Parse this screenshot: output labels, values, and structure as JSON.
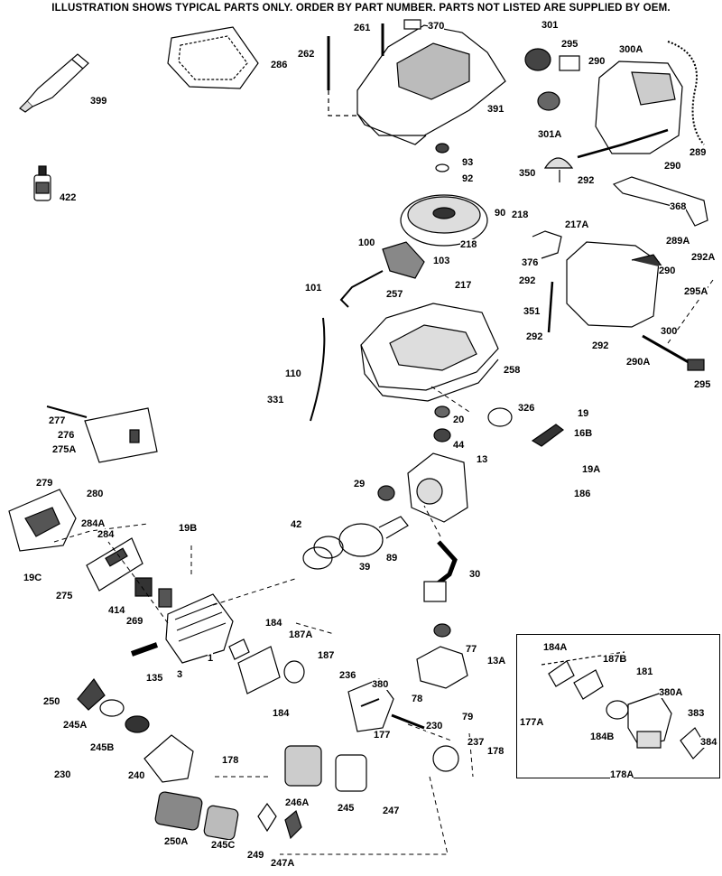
{
  "header": {
    "notice": "ILLUSTRATION SHOWS TYPICAL PARTS ONLY. ORDER BY PART NUMBER. PARTS NOT LISTED ARE SUPPLIED BY OEM."
  },
  "colors": {
    "ink": "#000000",
    "paper": "#ffffff",
    "shade": "#2b2b2b"
  },
  "parts": [
    "399",
    "422",
    "286",
    "261",
    "370",
    "262",
    "391",
    "301",
    "295",
    "300A",
    "290",
    "301A",
    "289",
    "290",
    "93",
    "92",
    "350",
    "292",
    "368",
    "90",
    "218",
    "217A",
    "218",
    "100",
    "103",
    "376",
    "289A",
    "292A",
    "290",
    "295A",
    "292",
    "217",
    "101",
    "257",
    "351",
    "300",
    "292",
    "292",
    "258",
    "290A",
    "110",
    "295",
    "331",
    "326",
    "19",
    "277",
    "276",
    "275A",
    "20",
    "16B",
    "44",
    "13",
    "19A",
    "29",
    "186",
    "279",
    "280",
    "284A",
    "19B",
    "284",
    "42",
    "19C",
    "275",
    "39",
    "89",
    "30",
    "414",
    "269",
    "184",
    "187A",
    "184A",
    "187B",
    "181",
    "77",
    "13A",
    "187",
    "380A",
    "236",
    "380",
    "135",
    "3",
    "1",
    "383",
    "250",
    "78",
    "384",
    "184",
    "79",
    "230",
    "177A",
    "245A",
    "245B",
    "177",
    "184B",
    "237",
    "178",
    "178A",
    "230",
    "178",
    "240",
    "246A",
    "245",
    "247",
    "250A",
    "245C",
    "249",
    "247A"
  ]
}
